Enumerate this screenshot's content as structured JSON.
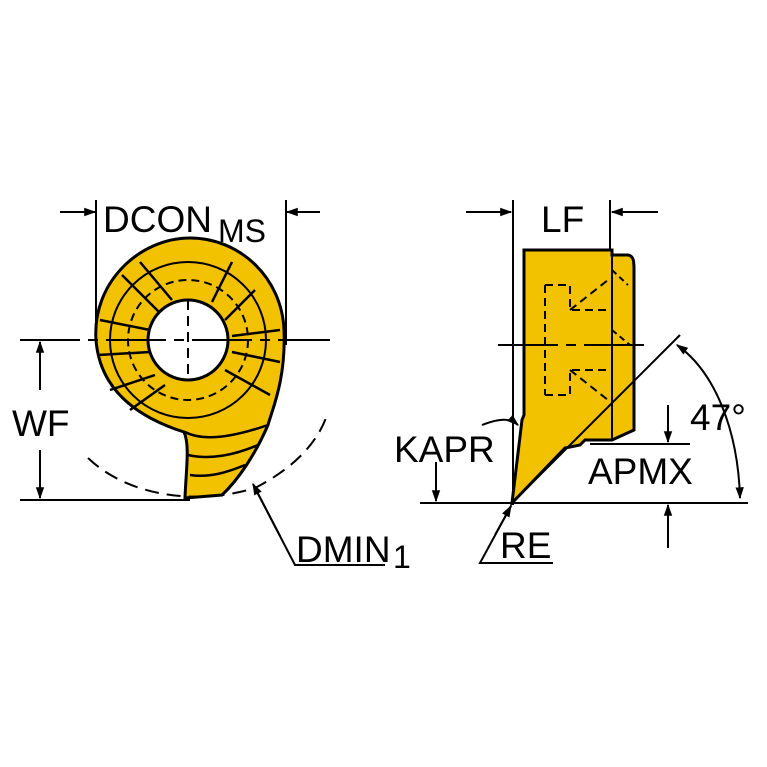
{
  "colors": {
    "insert_fill": "#f2c200",
    "outline": "#000000",
    "background": "#ffffff"
  },
  "labels": {
    "dcon": "DCON",
    "dcon_sub": "MS",
    "wf": "WF",
    "dmin": "DMIN",
    "dmin_sub": "1",
    "lf": "LF",
    "kapr": "KAPR",
    "apmx": "APMX",
    "angle": "47°",
    "re": "RE"
  }
}
